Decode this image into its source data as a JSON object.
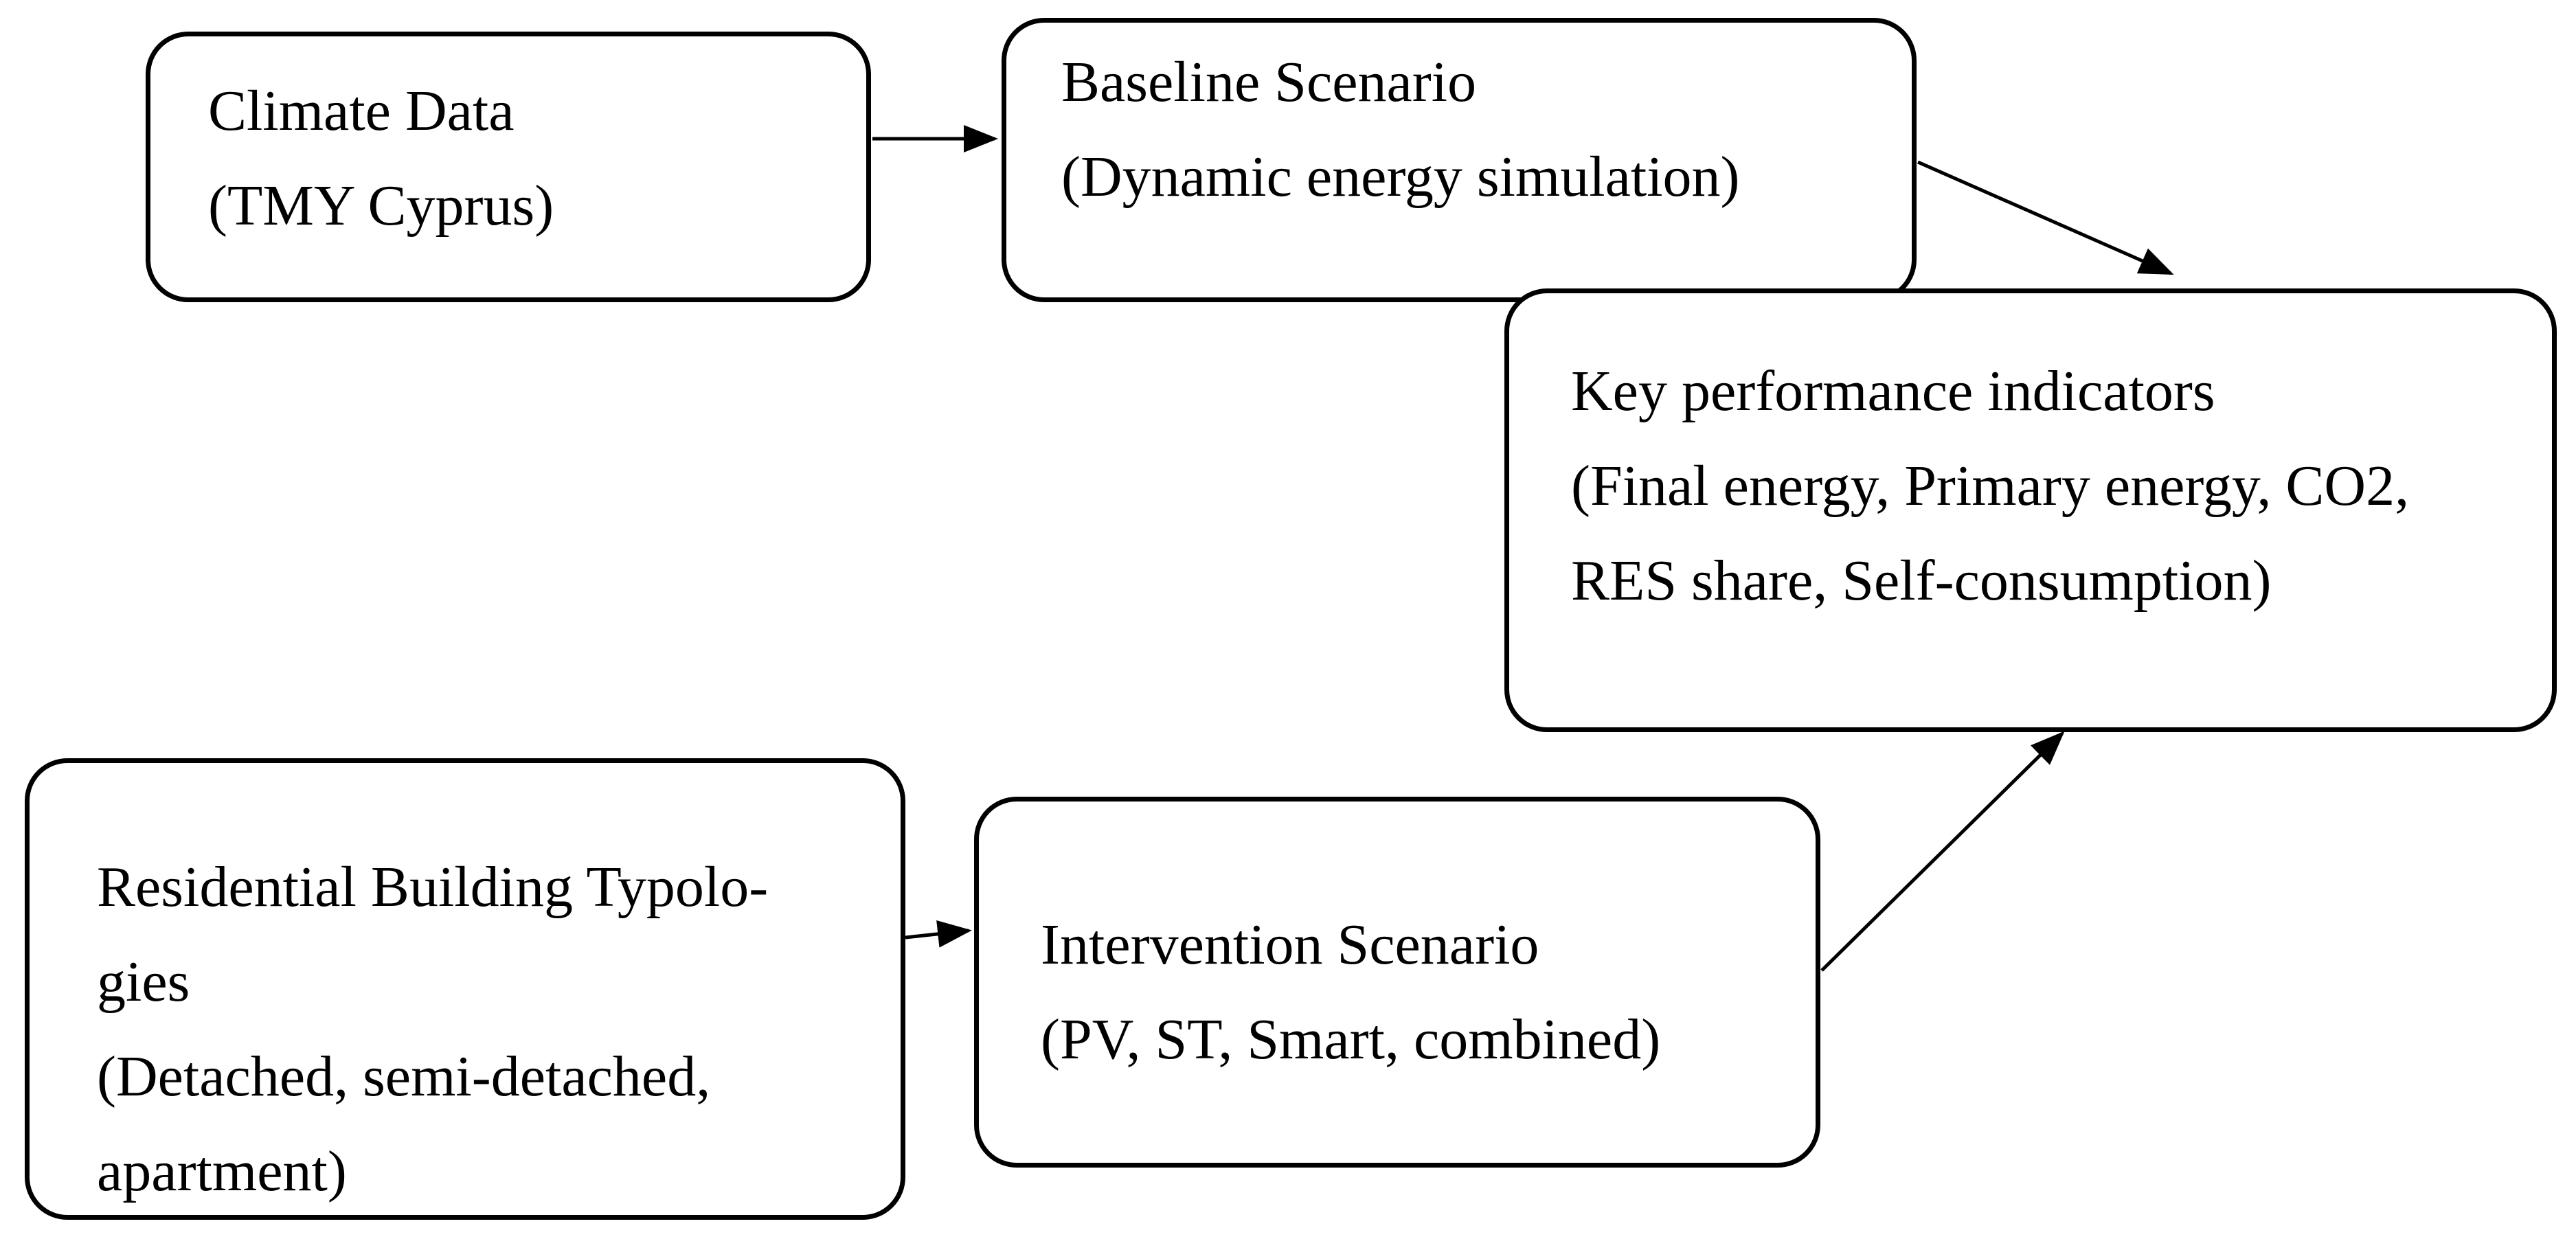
{
  "nodes": {
    "climate": {
      "title": "Climate Data",
      "subtitle": "(TMY Cyprus)"
    },
    "baseline": {
      "title": "Baseline Scenario",
      "subtitle": "(Dynamic energy simulation)"
    },
    "kpi": {
      "title": "Key performance indicators",
      "line2": "(Final energy, Primary energy, CO2,",
      "line3": "RES share, Self-consumption)"
    },
    "typologies": {
      "line1": "Residential Building Typolo-",
      "line2": "gies",
      "line3": "(Detached, semi-detached,",
      "line4": "apartment)"
    },
    "intervention": {
      "title": "Intervention Scenario",
      "subtitle": "(PV, ST, Smart, combined)"
    }
  },
  "edges": [
    {
      "from": "climate",
      "to": "baseline"
    },
    {
      "from": "baseline",
      "to": "kpi"
    },
    {
      "from": "typologies",
      "to": "intervention"
    },
    {
      "from": "intervention",
      "to": "kpi"
    }
  ]
}
